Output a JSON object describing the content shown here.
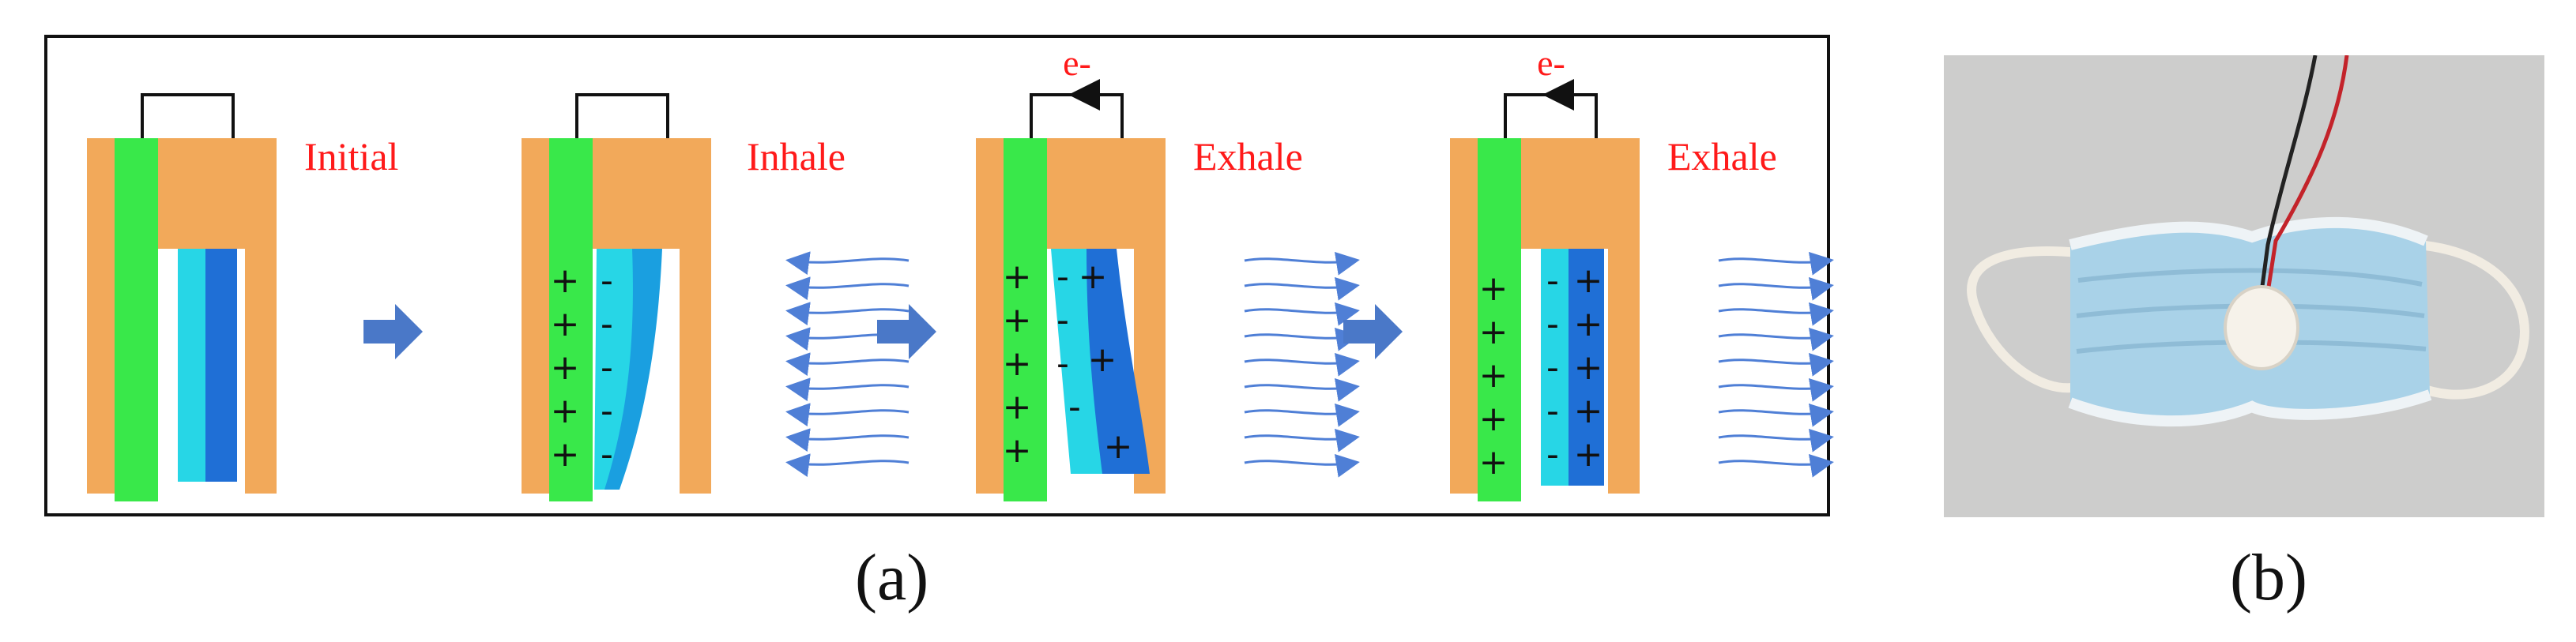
{
  "colors": {
    "frame": "#f2a95a",
    "green_layer": "#39e84a",
    "cyan_layer": "#27d6e6",
    "blue_layer": "#1f6fd6",
    "mid_blue_layer": "#1a9fe0",
    "stage_label": "#ff1a1a",
    "airflow_arrow": "#4f7fd6",
    "transition_arrow": "#4a78c8"
  },
  "stages": [
    {
      "label": "Initial",
      "state": "initial",
      "show_current": false,
      "airflow": "none"
    },
    {
      "label": "Inhale",
      "state": "inhale",
      "show_current": false,
      "airflow": "inward"
    },
    {
      "label": "Exhale",
      "state": "exhale_bending",
      "show_current": true,
      "current_label": "e-",
      "airflow": "outward"
    },
    {
      "label": "Exhale",
      "state": "exhale_contact",
      "show_current": true,
      "current_label": "e-",
      "airflow": "outward"
    }
  ],
  "captions": {
    "a": "(a)",
    "b": "(b)"
  },
  "photo": {
    "subject": "surgical face mask with attached disc sensor and red/black wires"
  }
}
